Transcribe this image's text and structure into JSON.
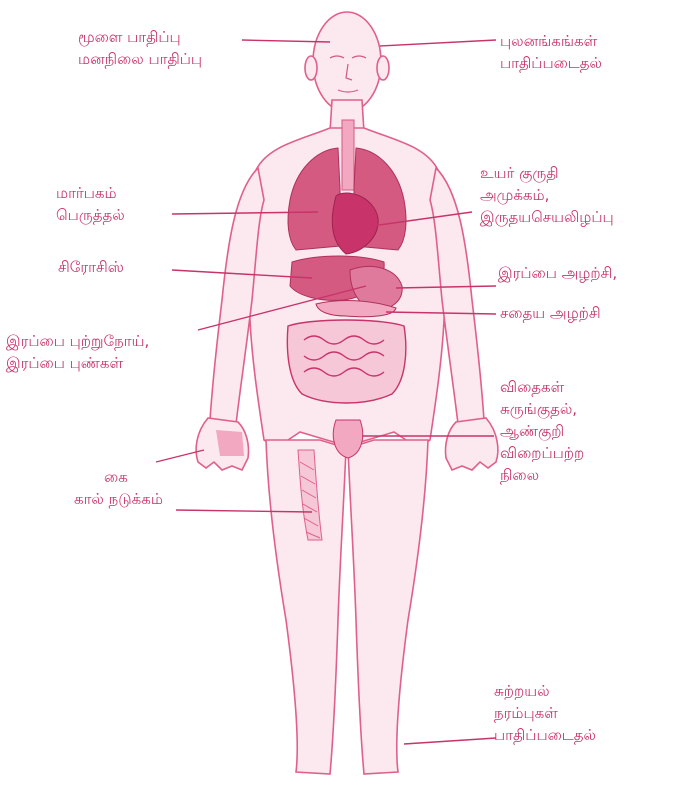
{
  "colors": {
    "ink": "#c8336a",
    "body_outline": "#e0608a",
    "organ_fill": "#d45a82",
    "organ_light": "#f1a8c0",
    "paper": "#ffffff"
  },
  "labels": {
    "brain": [
      "மூளை பாதிப்பு",
      "மனநிலை பாதிப்பு"
    ],
    "senses": [
      "புலனங்கங்கள்",
      "பாதிப்படைதல்"
    ],
    "heart": [
      "உயர் குருதி",
      "அமுக்கம்,",
      "இருதயசெயலிழப்பு"
    ],
    "breast": [
      "மார்பகம்",
      "பெருத்தல்"
    ],
    "cirrhosis": [
      "சிரோசிஸ்"
    ],
    "liver_atrophy": [
      "இரப்பை அழற்சி,"
    ],
    "liver_cancer": [
      "இரப்பை புற்றுநோய்,",
      "இரப்பை புண்கள்"
    ],
    "pancreas": [
      "சதைய அழற்சி"
    ],
    "testes": [
      "விதைகள்",
      "சுருங்குதல்,",
      "ஆண்குறி",
      "விறைப்பற்ற",
      "நிலை"
    ],
    "tremor": [
      "கை",
      "கால் நடுக்கம்"
    ],
    "nerves": [
      "சுற்றயல்",
      "நரம்புகள்",
      "பாதிப்படைதல்"
    ]
  }
}
